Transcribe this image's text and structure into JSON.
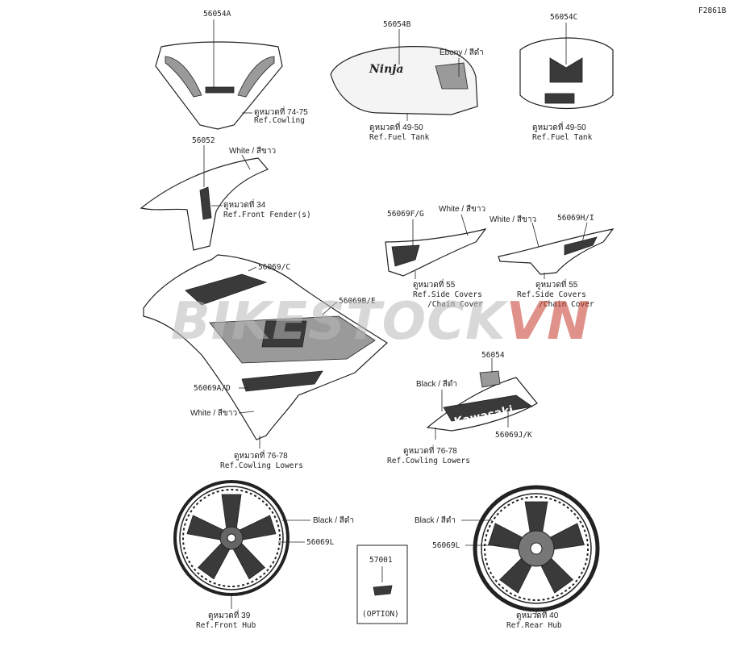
{
  "figure_code": "F2861B",
  "watermark": {
    "prefix": "BIKESTOCK",
    "suffix": "VN",
    "prefix_color": "#b9b9b9",
    "suffix_color": "#c83a2c"
  },
  "parts": {
    "p56054A": "56054A",
    "p56054B": "56054B",
    "p56054C": "56054C",
    "p56052": "56052",
    "p56069FG": "56069F/G",
    "p56069HI": "56069H/I",
    "p56069C": "56069/C",
    "p56069BE": "56069B/E",
    "p56069AD": "56069A/D",
    "p56054": "56054",
    "p56069JK": "56069J/K",
    "p56069L_left": "56069L",
    "p56069L_right": "56069L",
    "p57001": "57001"
  },
  "colors": {
    "ebony": "Ebony / สีดำ",
    "white_fender": "White / สีขาว",
    "white_fg": "White / สีขาว",
    "white_hi": "White / สีขาว",
    "white_cowl": "White / สีขาว",
    "black_cowl": "Black / สีดำ",
    "black_front": "Black / สีดำ",
    "black_rear": "Black / สีดำ"
  },
  "refs": {
    "cowling": {
      "thai": "ดูหมวดที่ 74-75",
      "en": "Ref.Cowling"
    },
    "fuel_tank_b": {
      "thai": "ดูหมวดที่ 49-50",
      "en": "Ref.Fuel Tank"
    },
    "fuel_tank_c": {
      "thai": "ดูหมวดที่ 49-50",
      "en": "Ref.Fuel Tank"
    },
    "front_fender": {
      "thai": "ดูหมวดที่ 34",
      "en": "Ref.Front Fender(s)"
    },
    "side_covers_fg": {
      "thai": "ดูหมวดที่ 55",
      "en1": "Ref.Side Covers",
      "en2": "/Chain Cover"
    },
    "side_covers_hi": {
      "thai": "ดูหมวดที่ 55",
      "en1": "Ref.Side Covers",
      "en2": "/Chain Cover"
    },
    "cowling_lowers_l": {
      "thai": "ดูหมวดที่ 76-78",
      "en": "Ref.Cowling Lowers"
    },
    "cowling_lowers_r": {
      "thai": "ดูหมวดที่ 76-78",
      "en": "Ref.Cowling Lowers"
    },
    "front_hub": {
      "thai": "ดูหมวดที่ 39",
      "en": "Ref.Front Hub"
    },
    "rear_hub": {
      "thai": "ดูหมวดที่ 40",
      "en": "Ref.Rear Hub"
    }
  },
  "option_label": "(OPTION)",
  "decal_text": {
    "tank": "Ninja",
    "cowl": "Kawasaki"
  }
}
